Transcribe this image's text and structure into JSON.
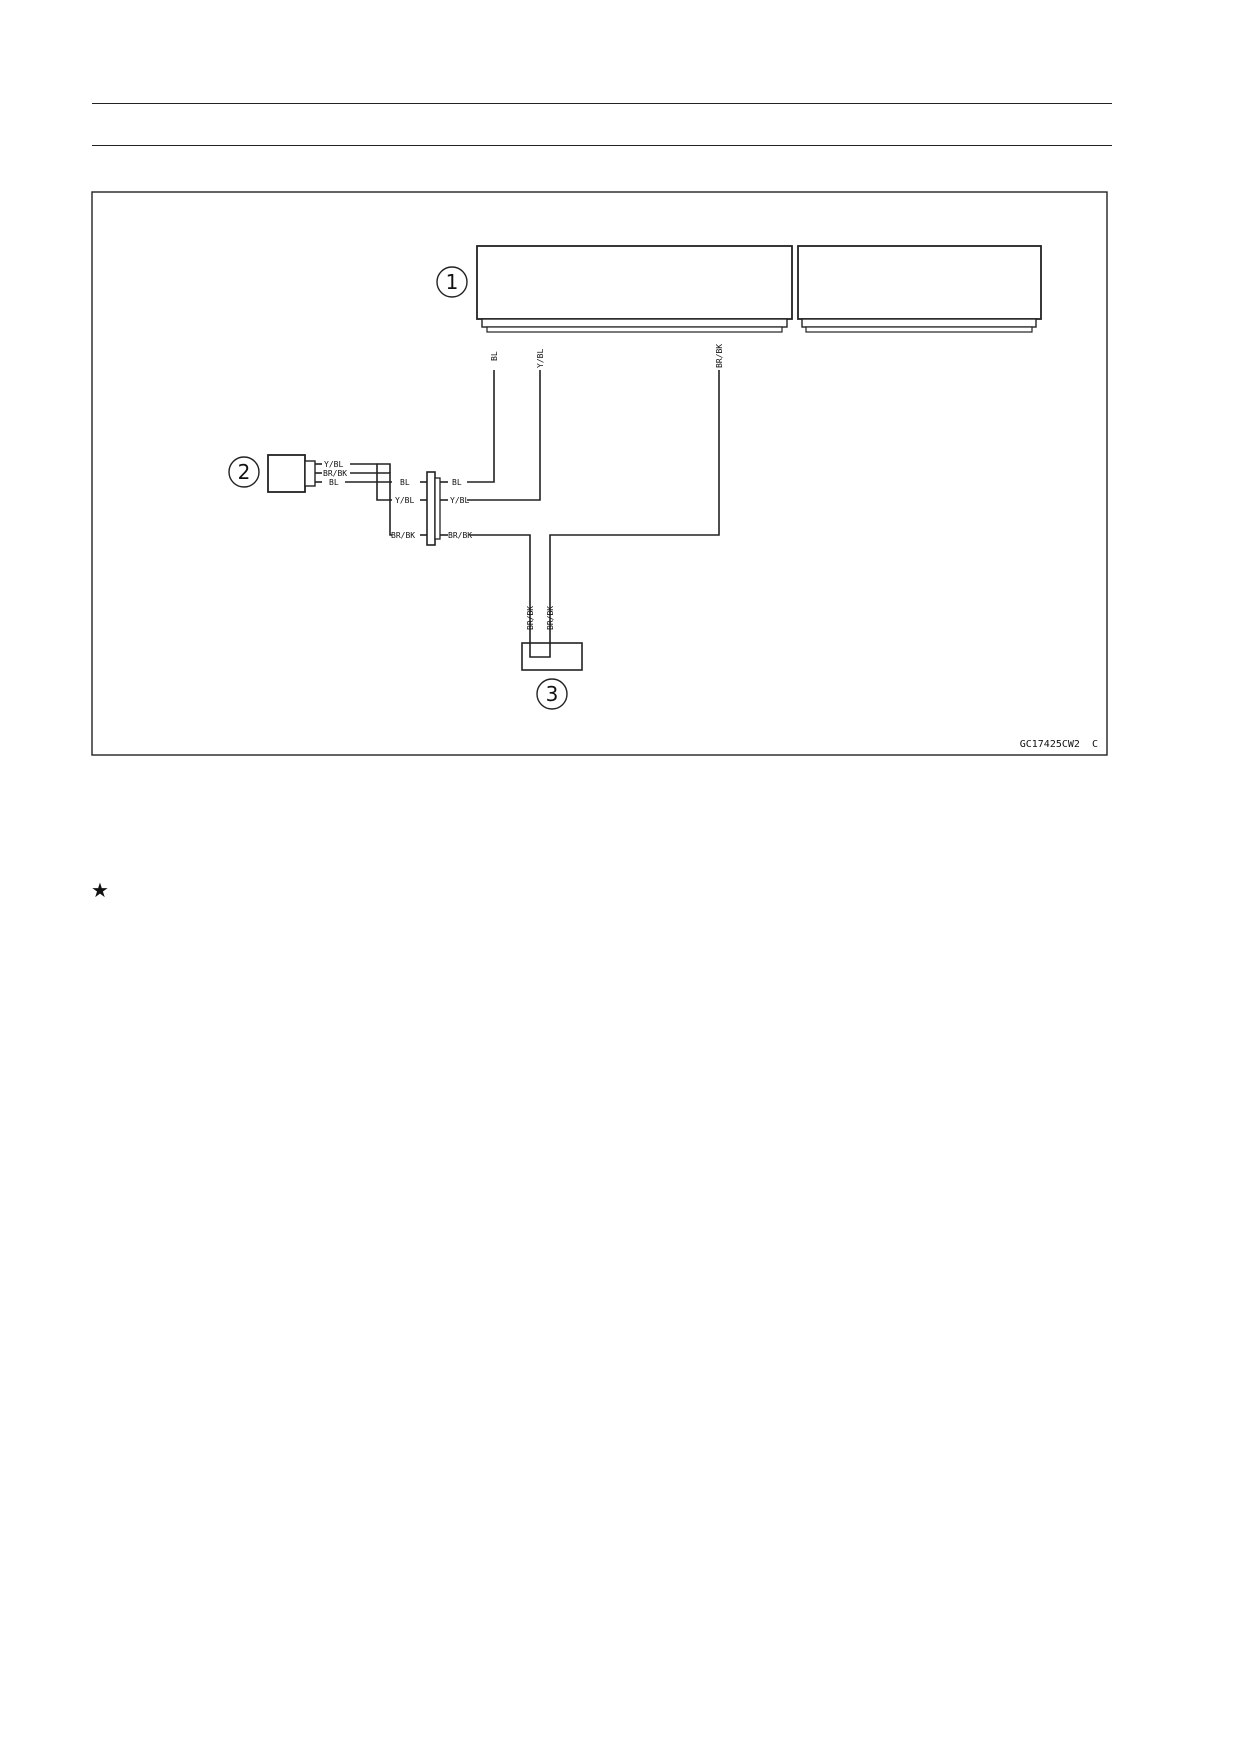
{
  "diagram": {
    "callouts": {
      "meter": "1",
      "sensor": "2",
      "ground": "3"
    },
    "wires": {
      "bl": "BL",
      "y_bl": "Y/BL",
      "y_bl_alt": "Y/BL",
      "br_bk": "BR/BK",
      "br_bk_alt": "BR/BK",
      "y_bl_short": "Y/BL",
      "bl_short": "BL"
    },
    "figure_code": "GC17425CW2  C"
  },
  "marker": {
    "symbol": "★"
  }
}
